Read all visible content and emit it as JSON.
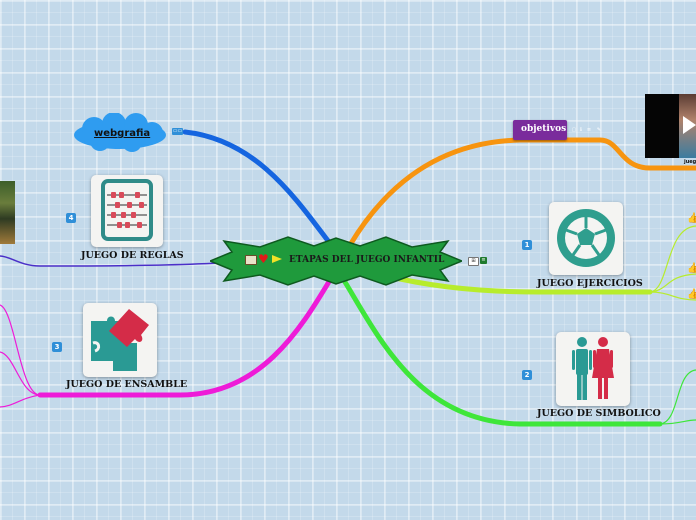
{
  "central": {
    "title": "ETAPAS DEL JUEGO INFANTIL"
  },
  "branches": {
    "webgrafia": {
      "label": "webgrafia"
    },
    "reglas": {
      "label": "JUEGO DE REGLAS",
      "number": "4"
    },
    "ensamble": {
      "label": "JUEGO DE ENSAMBLE",
      "number": "3"
    },
    "objetivos": {
      "label": "objetivos"
    },
    "ejercicios": {
      "label": "JUEGO EJERCICIOS",
      "number": "1"
    },
    "simbolico": {
      "label": "JUEGO DE SIMBOLICO",
      "number": "2"
    }
  },
  "video": {
    "caption": "juego"
  },
  "colors": {
    "central_fill": "#1f9a3c",
    "blue_branch": "#1565e0",
    "purple_branch": "#4a2fc8",
    "magenta_branch": "#ee1bd8",
    "orange_branch": "#f7940f",
    "yellowgreen_branch": "#b7ec2c",
    "green_branch": "#3ee63a",
    "cloud": "#2f9cf0",
    "objetivos_bg": "#7a2b9c",
    "number_badge": "#2f8fd8"
  },
  "icons": [
    "book-icon",
    "heart-icon",
    "flag-icon",
    "abacus-icon",
    "puzzle-icon",
    "soccer-ball-icon",
    "man-woman-icon",
    "thumbs-up-icon",
    "play-icon"
  ]
}
